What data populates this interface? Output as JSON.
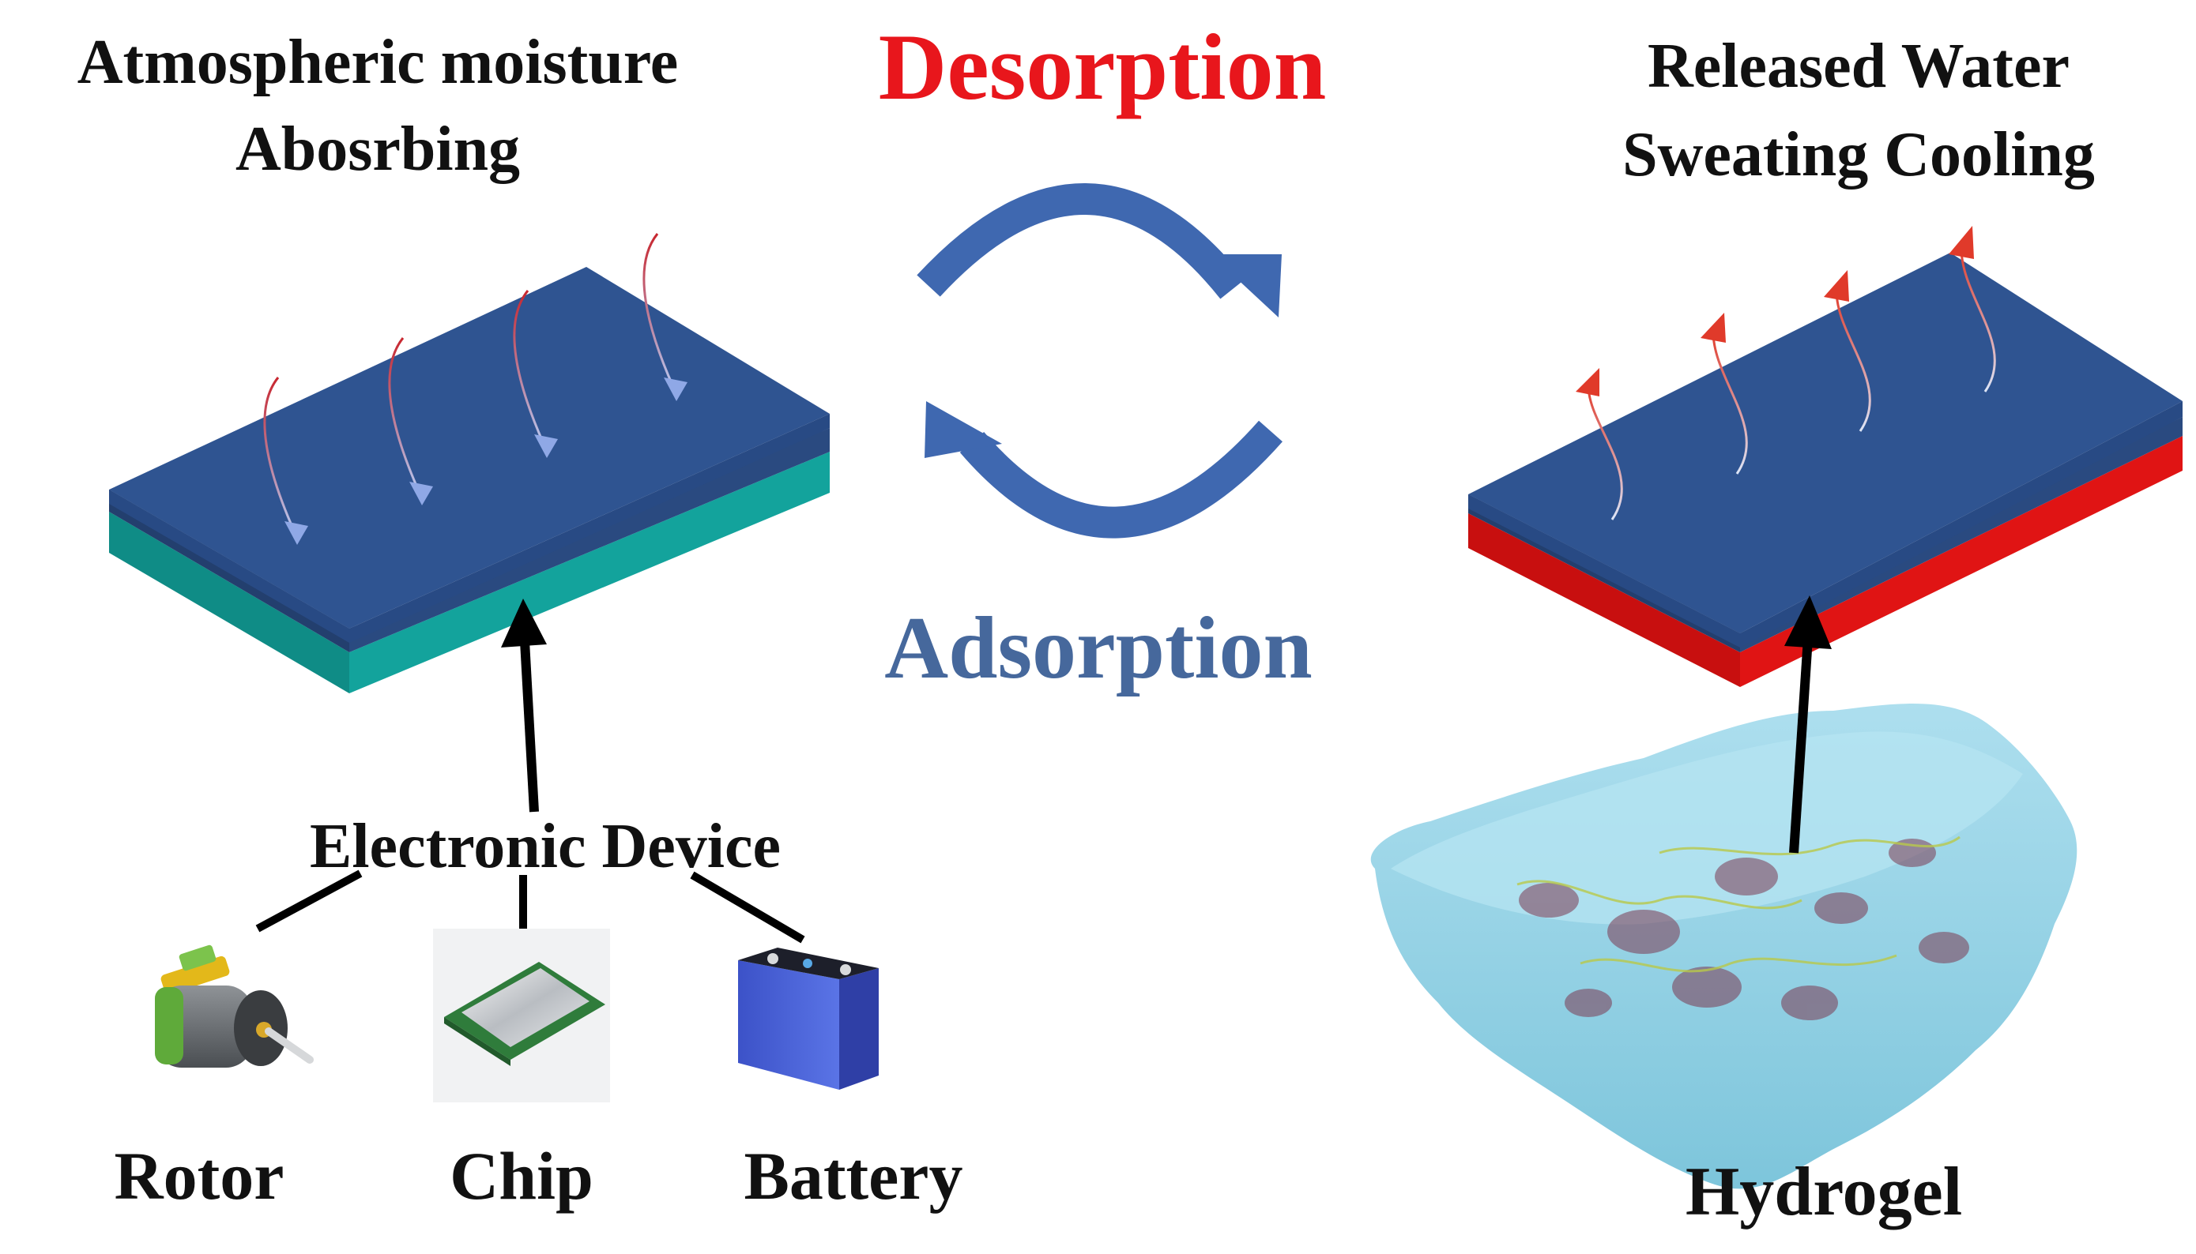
{
  "left_panel": {
    "title_line1": "Atmospheric moisture",
    "title_line2": "Abosrbing"
  },
  "center": {
    "desorption_label": "Desorption",
    "adsorption_label": "Adsorption"
  },
  "right_panel": {
    "title_line1": "Released Water",
    "title_line2": "Sweating Cooling"
  },
  "device": {
    "title": "Electronic Device",
    "items": [
      {
        "label": "Rotor",
        "icon": "rotor-icon"
      },
      {
        "label": "Chip",
        "icon": "chip-icon"
      },
      {
        "label": "Battery",
        "icon": "battery-icon"
      }
    ]
  },
  "hydrogel": {
    "label": "Hydrogel"
  },
  "colors": {
    "panel_top": "#2f5491",
    "panel_edge_dark": "#233f6e",
    "teal_layer": "#13a39c",
    "red_layer": "#e01414",
    "cycle_arrow": "#3f68b0",
    "desorption_text": "#e8161c",
    "adsorption_text": "#46689c",
    "hydrogel": "#8fd3e6"
  }
}
